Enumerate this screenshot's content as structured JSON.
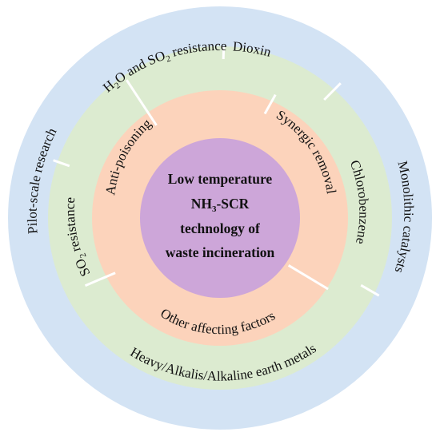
{
  "colors": {
    "outer_ring": "#d3e3f4",
    "middle_ring": "#dcebd0",
    "inner_ring": "#fcd3bb",
    "core": "#cda6d9",
    "divider": "#ffffff"
  },
  "center": {
    "line1": "Low temperature",
    "line2_prefix": "NH",
    "line2_sub": "3",
    "line2_suffix": "-SCR",
    "line3": "technology of",
    "line4": "waste incineration"
  },
  "inner_ring": {
    "anti_poisoning": "Anti-poisoning",
    "synergic_removal": "Synergic removal",
    "other_factors": "Other affecting factors"
  },
  "middle_ring": {
    "h2o_so2": {
      "p1": "H",
      "s1": "2",
      "p2": "O and SO",
      "s2": "2",
      "p3": " resistance"
    },
    "so2": {
      "p1": "SO",
      "s1": "2",
      "p2": " resistance"
    },
    "dioxin": "Dioxin",
    "chlorobenzene": "Chlorobenzene",
    "heavy_metals": "Heavy/Alkalis/Alkaline earth metals"
  },
  "outer_ring": {
    "pilot_scale": "Pilot-scale research",
    "monolithic": "Monolithic catalysts"
  }
}
